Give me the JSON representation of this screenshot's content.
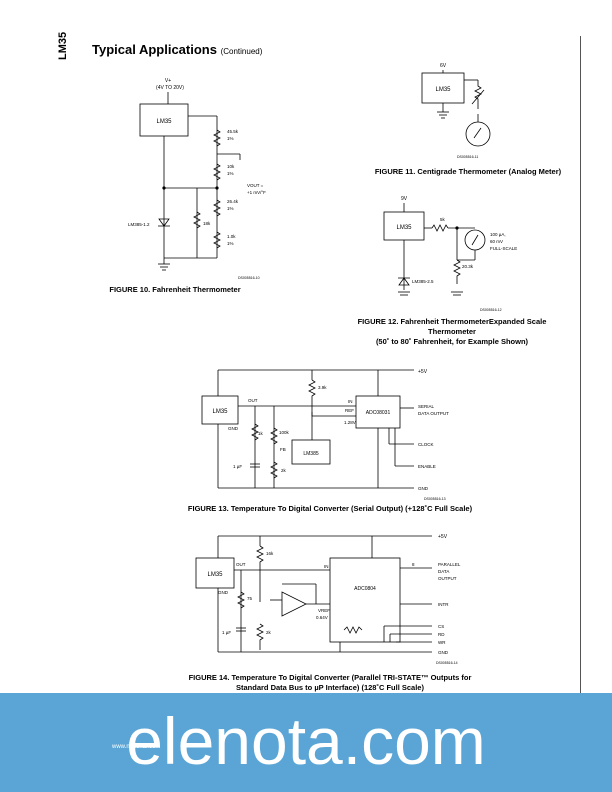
{
  "header": {
    "side_label": "LM35",
    "title": "Typical Applications",
    "title_suffix": "(Continued)"
  },
  "fig10": {
    "caption": "FIGURE 10. Fahrenheit Thermometer",
    "code": "DS005516-10",
    "supply": "V+",
    "supply_range": "(4V TO 20V)",
    "ic": "LM35",
    "ref": "LM385-1.2",
    "r1": "45.5k",
    "r1b": "1%",
    "r2": "10k",
    "r2b": "1%",
    "r3": "26.4k",
    "r3b": "1%",
    "r4": "1.0k",
    "r4b": "1%",
    "r5": "18k",
    "vout": "VOUT =",
    "vout2": "+1 mV/°F"
  },
  "fig11": {
    "caption": "FIGURE 11. Centigrade Thermometer (Analog Meter)",
    "code": "DS005516-11",
    "supply": "6V",
    "ic": "LM35"
  },
  "fig12": {
    "caption_l1": "FIGURE 12. Fahrenheit ThermometerExpanded Scale",
    "caption_l2": "Thermometer",
    "caption_l3": "(50˚ to 80˚ Fahrenheit, for Example Shown)",
    "code": "DS005516-12",
    "supply": "9V",
    "ic": "LM35",
    "ref": "LM385-2.5",
    "r1": "5k",
    "r2": "20.3k",
    "meter1": "100 µA,",
    "meter2": "60 mV",
    "meter3": "FULL-SCALE"
  },
  "fig13": {
    "caption": "FIGURE 13. Temperature To Digital Converter (Serial Output) (+128˚C Full Scale)",
    "code": "DS005516-13",
    "supply": "+5V",
    "ic": "LM35",
    "adc": "ADC08031",
    "amp": "LM385",
    "pin_out": "OUT",
    "pin_gnd": "GND",
    "pin_in": "IN",
    "pin_ref": "REF",
    "r_top": "3.9k",
    "r_a": "1k",
    "r_b": "100k",
    "r_c": "2k",
    "fb": "FB",
    "cap": "1 µF",
    "v_ref": "1.28V",
    "serial": "SERIAL",
    "serial2": "DATA OUTPUT",
    "clock": "CLOCK",
    "enable": "ENABLE",
    "gnd": "GND"
  },
  "fig14": {
    "caption_l1": "FIGURE 14. Temperature To Digital Converter (Parallel TRI-STATE™ Outputs for",
    "caption_l2": "Standard Data Bus to µP Interface) (128˚C Full Scale)",
    "code": "DS005516-14",
    "supply": "+5V",
    "ic": "LM35",
    "adc": "ADC0804",
    "pin_out": "OUT",
    "pin_gnd": "GND",
    "pin_in": "IN",
    "r_top": "16k",
    "r_a": "75",
    "r_b": "2k",
    "cap": "1 µF",
    "vref": "VREF",
    "vref2": "0.64V",
    "bus8": "8",
    "parallel1": "PARALLEL",
    "parallel2": "DATA",
    "parallel3": "OUTPUT",
    "intr": "INTR",
    "cs": "CS",
    "rd": "RD",
    "wr": "WR",
    "gnd": "GND"
  },
  "footer": {
    "watermark": "elenota.com",
    "small": "www.national.com"
  }
}
